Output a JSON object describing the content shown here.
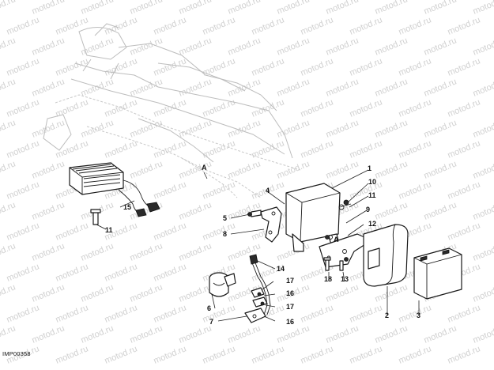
{
  "diagram": {
    "reference_code": "IMP00358",
    "watermark": "motod.ru",
    "detail_marker": "A",
    "callouts": {
      "c1": "1",
      "c2": "2",
      "c3": "3",
      "c4": "4",
      "c5": "5",
      "c6": "6",
      "c7": "7",
      "c8": "8",
      "c9": "9",
      "c10": "10",
      "c11a": "11",
      "c11b": "11",
      "c12": "12",
      "c13": "13",
      "c14": "14",
      "c15": "15",
      "c16a": "16",
      "c16b": "16",
      "c17a": "17",
      "c17b": "17",
      "c18": "18"
    }
  }
}
